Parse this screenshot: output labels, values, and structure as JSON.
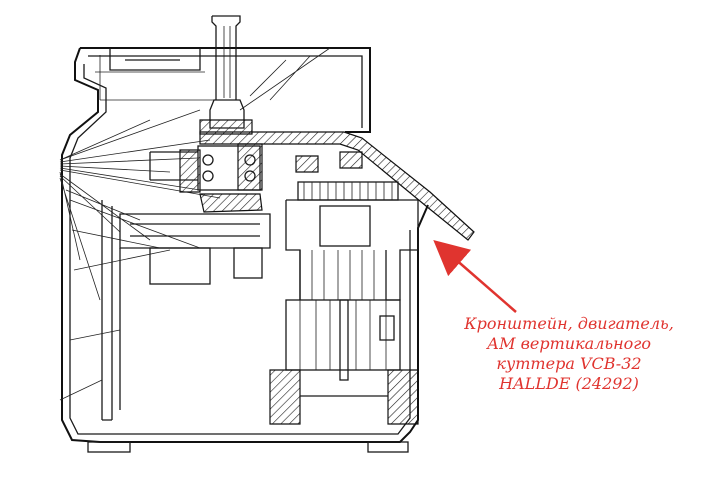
{
  "caption": {
    "lines": [
      "Кронштейн, двигатель,",
      "АМ вертикального",
      "куттера VCB-32",
      "HALLDE (24292)"
    ],
    "color": "#e0342f"
  },
  "colors": {
    "line": "#1a1a1a",
    "accent": "#e0342f",
    "background": "#ffffff"
  }
}
